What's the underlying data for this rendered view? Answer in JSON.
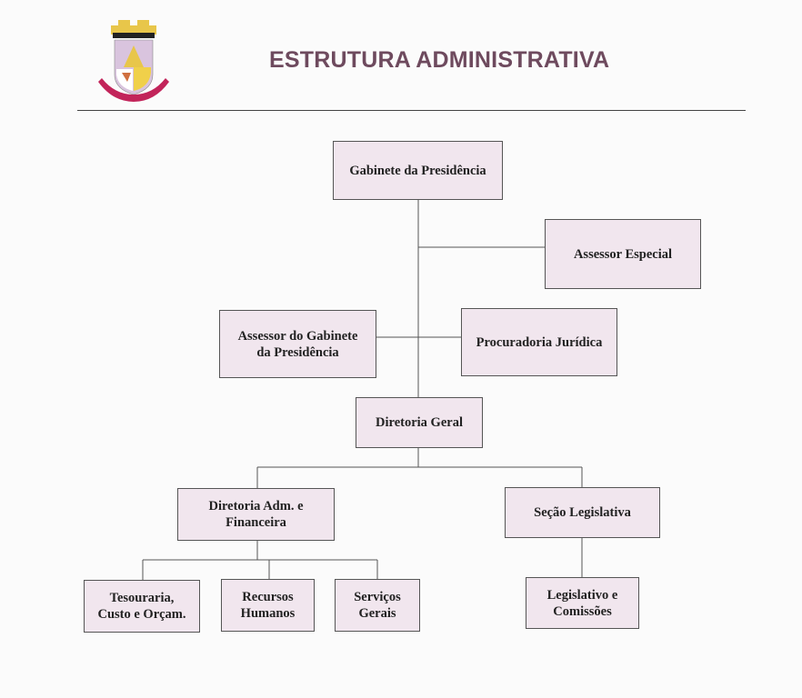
{
  "header": {
    "title": "ESTRUTURA ADMINISTRATIVA",
    "logo": "municipal-coat-of-arms"
  },
  "colors": {
    "box_fill": "#f1e6ee",
    "title": "#6e4a5e",
    "line": "#555555"
  },
  "org": {
    "gabinete": "Gabinete da Presidência",
    "assessor_especial": "Assessor Especial",
    "assessor_gabinete_l1": "Assessor do Gabinete",
    "assessor_gabinete_l2": "da Presidência",
    "procuradoria": "Procuradoria Jurídica",
    "diretoria_geral": "Diretoria Geral",
    "diretoria_adm_l1": "Diretoria Adm. e",
    "diretoria_adm_l2": "Financeira",
    "secao_legislativa": "Seção Legislativa",
    "tesouraria_l1": "Tesouraria,",
    "tesouraria_l2": "Custo e Orçam.",
    "recursos_l1": "Recursos",
    "recursos_l2": "Humanos",
    "servicos_l1": "Serviços",
    "servicos_l2": "Gerais",
    "legislativo_l1": "Legislativo e",
    "legislativo_l2": "Comissões"
  }
}
